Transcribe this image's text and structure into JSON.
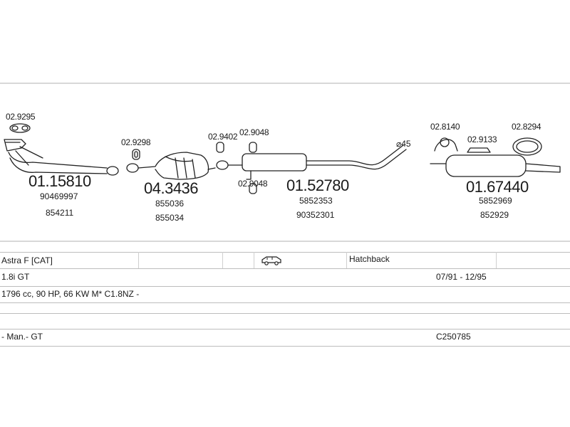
{
  "parts": [
    {
      "id": "downpipe",
      "codes": [
        "02.9295"
      ],
      "main": "01.15810",
      "refs": [
        "90469997",
        "854211"
      ]
    },
    {
      "id": "catalyst",
      "codes": [
        "02.9298"
      ],
      "main": "04.3436",
      "refs": [
        "855036",
        "855034"
      ]
    },
    {
      "id": "middle-silencer",
      "codes": [
        "02.9402",
        "02.9048",
        "02.9048"
      ],
      "main": "01.52780",
      "refs": [
        "5852353",
        "90352301"
      ]
    },
    {
      "id": "rear-silencer",
      "codes": [
        "02.8140",
        "02.9133",
        "02.8294"
      ],
      "main": "01.67440",
      "refs": [
        "5852969",
        "852929"
      ]
    }
  ],
  "pipe_diameter": "⌀45",
  "table": {
    "row1": {
      "model": "Astra F  [CAT]",
      "body": "Hatchback",
      "vehicle_icon": "car-icon"
    },
    "row2": {
      "engine": "1.8i GT",
      "dates": "07/91 - 12/95"
    },
    "row3": {
      "spec": "1796 cc, 90 HP, 66 KW M* C1.8NZ -"
    },
    "row5": {
      "trans": "- Man.- GT",
      "code": "C250785"
    }
  }
}
